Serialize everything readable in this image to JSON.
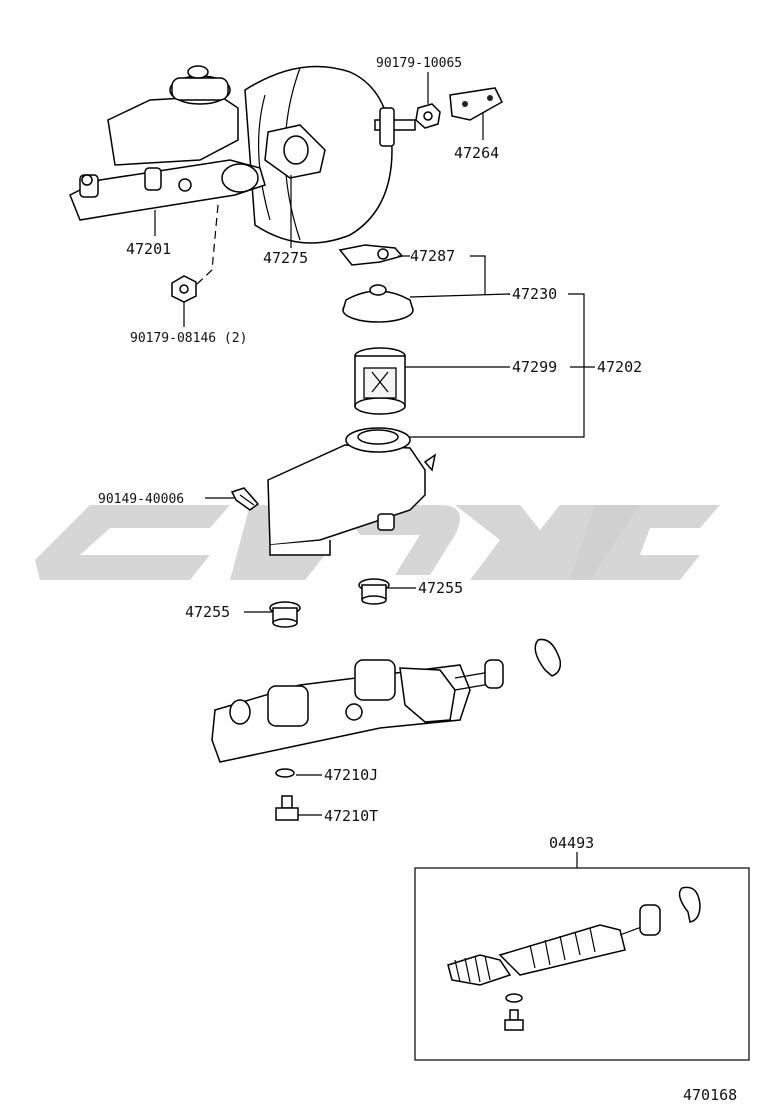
{
  "figure_code": "470168",
  "kit_label": "04493",
  "labels": {
    "p90179_10065": "90179-10065",
    "p47264": "47264",
    "p47201": "47201",
    "p47275": "47275",
    "p90179_08146": "90179-08146 (2)",
    "p47287": "47287",
    "p47230": "47230",
    "p47299": "47299",
    "p47202": "47202",
    "p90149_40006": "90149-40006",
    "p47255_right": "47255",
    "p47255_left": "47255",
    "p47210J": "47210J",
    "p47210T": "47210T"
  }
}
